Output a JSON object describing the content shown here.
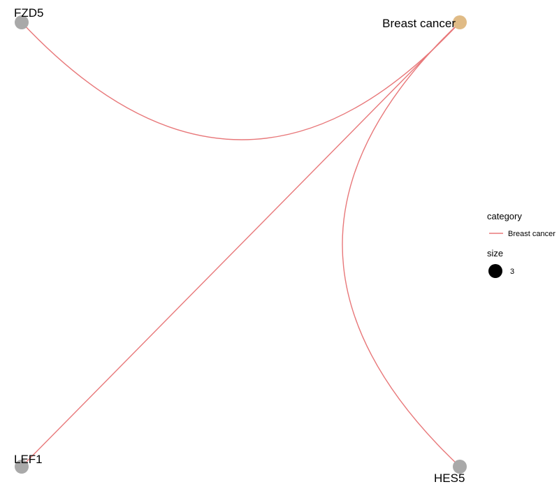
{
  "colors": {
    "edge": "#E8787A",
    "gene_node": "#A9A9A9",
    "category_node": "#E0BB86",
    "background": "#FFFFFF",
    "legend_size_dot": "#000000"
  },
  "nodes": [
    {
      "id": "FZD5",
      "label": "FZD5",
      "type": "gene"
    },
    {
      "id": "Breast cancer",
      "label": "Breast cancer",
      "type": "category"
    },
    {
      "id": "LEF1",
      "label": "LEF1",
      "type": "gene"
    },
    {
      "id": "HES5",
      "label": "HES5",
      "type": "gene"
    }
  ],
  "edges": [
    {
      "source": "Breast cancer",
      "target": "FZD5",
      "category": "Breast cancer"
    },
    {
      "source": "Breast cancer",
      "target": "LEF1",
      "category": "Breast cancer"
    },
    {
      "source": "Breast cancer",
      "target": "HES5",
      "category": "Breast cancer"
    }
  ],
  "legend": {
    "category_title": "category",
    "category_items": [
      {
        "label": "Breast cancer",
        "color": "#E8787A"
      }
    ],
    "size_title": "size",
    "size_items": [
      {
        "label": "3"
      }
    ]
  }
}
